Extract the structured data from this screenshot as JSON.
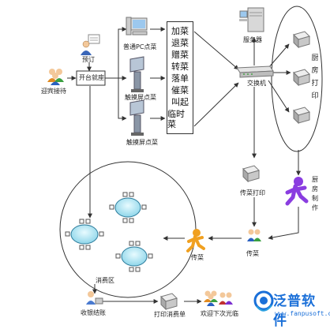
{
  "nodes": {
    "order": "预订",
    "reception": "迎宾接待",
    "front_desk": "开台就座",
    "pc_terminal": "普通PC点菜",
    "touch_screen_1": "触摸屏点菜",
    "touch_screen_2": "触摸屏点菜",
    "server": "服务器",
    "switch": "交换机",
    "kitchen_print": [
      "厨",
      "房",
      "打",
      "印"
    ],
    "kitchen_cook": [
      "厨",
      "房",
      "制",
      "作"
    ],
    "dispatch_print": "传菜打印",
    "dispatch_1": "传菜",
    "dispatch_2": "传菜",
    "dining_area": "消费区",
    "cashier": "收银结账",
    "print_bill": "打印消费单",
    "farewell": "欢迎下次光临"
  },
  "order_actions": [
    "加菜",
    "退菜",
    "赠菜",
    "转菜",
    "落单",
    "催菜",
    "叫起",
    "临时菜"
  ],
  "logo": {
    "name": "泛普软件",
    "url": "www.fanpusoft.com"
  },
  "colors": {
    "accent": "#1a6fd8",
    "figure_green": "#5bc42a",
    "figure_purple": "#7b2fd0",
    "figure_orange": "#f0a020"
  }
}
